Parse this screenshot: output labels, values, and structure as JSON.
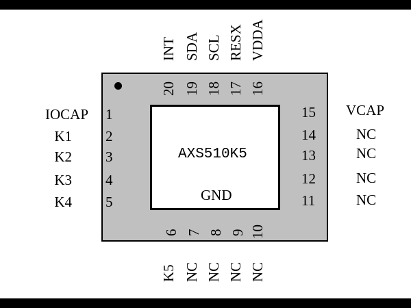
{
  "chip": {
    "part_number": "AXS510K5",
    "center_pad": "GND"
  },
  "pins": {
    "left": [
      {
        "num": "1",
        "name": "IOCAP"
      },
      {
        "num": "2",
        "name": "K1"
      },
      {
        "num": "3",
        "name": "K2"
      },
      {
        "num": "4",
        "name": "K3"
      },
      {
        "num": "5",
        "name": "K4"
      }
    ],
    "bottom": [
      {
        "num": "6",
        "name": "K5"
      },
      {
        "num": "7",
        "name": "NC"
      },
      {
        "num": "8",
        "name": "NC"
      },
      {
        "num": "9",
        "name": "NC"
      },
      {
        "num": "10",
        "name": "NC"
      }
    ],
    "right": [
      {
        "num": "15",
        "name": "VCAP"
      },
      {
        "num": "14",
        "name": "NC"
      },
      {
        "num": "13",
        "name": "NC"
      },
      {
        "num": "12",
        "name": "NC"
      },
      {
        "num": "11",
        "name": "NC"
      }
    ],
    "top": [
      {
        "num": "20",
        "name": "INT"
      },
      {
        "num": "19",
        "name": "SDA"
      },
      {
        "num": "18",
        "name": "SCL"
      },
      {
        "num": "17",
        "name": "RESX"
      },
      {
        "num": "16",
        "name": "VDDA"
      }
    ]
  }
}
